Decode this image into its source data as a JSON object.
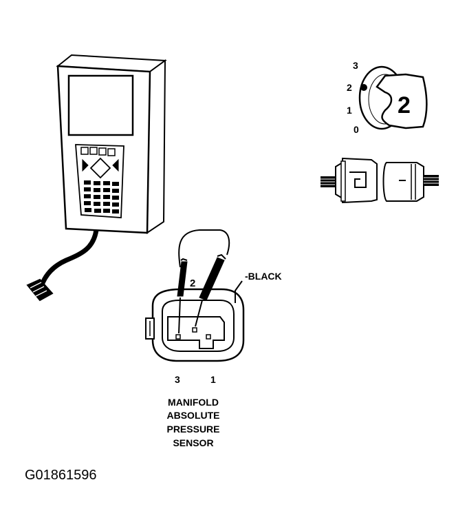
{
  "ignition": {
    "positions": [
      "3",
      "2",
      "1",
      "0"
    ],
    "key_number": "2"
  },
  "connector": {
    "pin_probe": "2",
    "wire_color_label": "-BLACK",
    "pin_left": "3",
    "pin_right": "1"
  },
  "sensor_name": {
    "line1": "MANIFOLD",
    "line2": "ABSOLUTE",
    "line3": "PRESSURE",
    "line4": "SENSOR"
  },
  "figure_code": "G01861596"
}
